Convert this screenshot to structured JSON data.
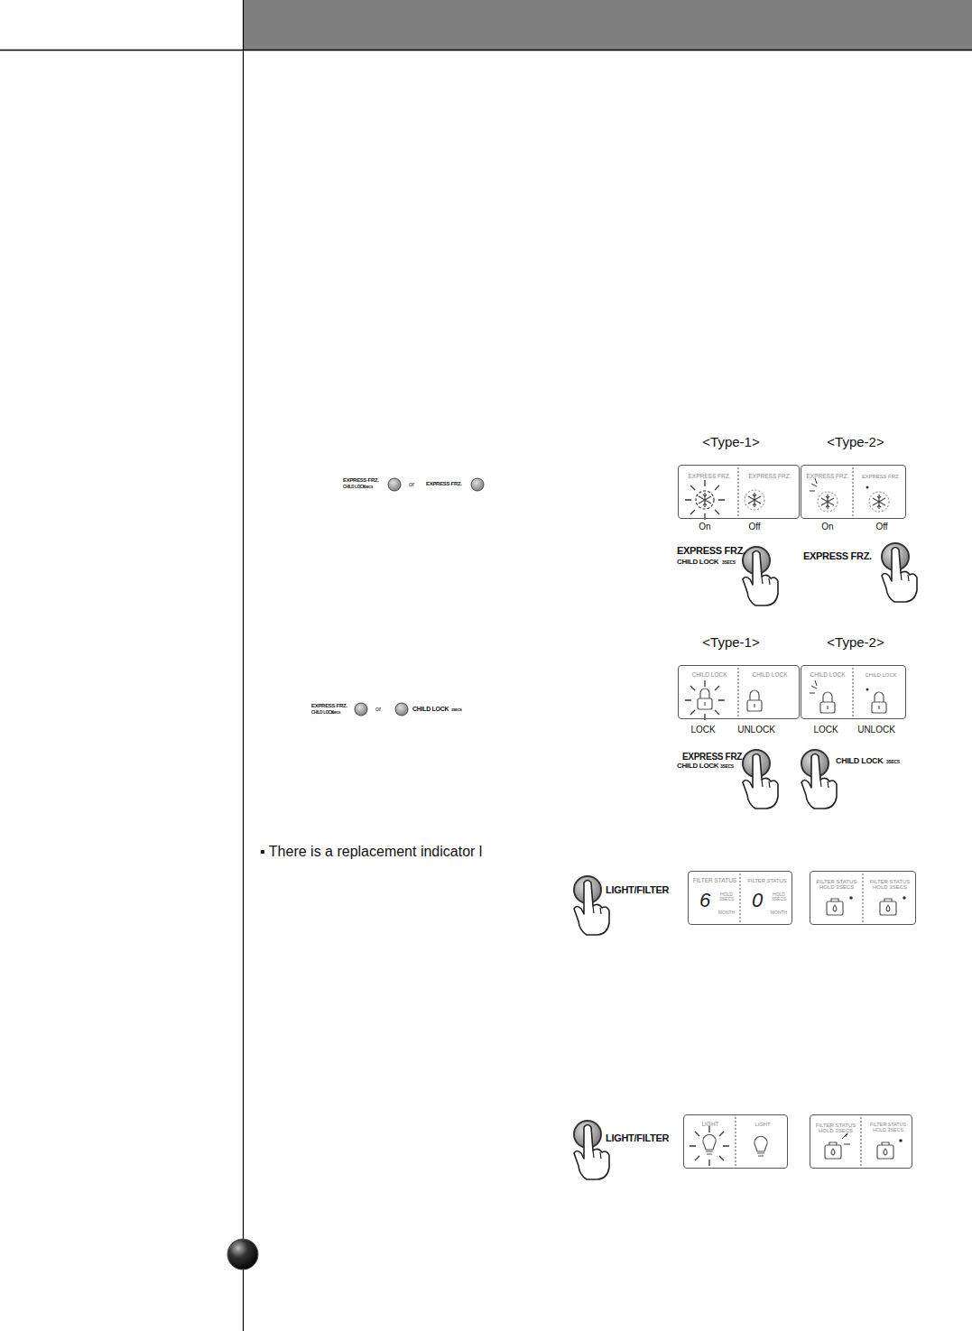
{
  "diagram": {
    "nodes": [
      {
        "text": [
          "EXPRESS FRZ.",
          "EXPRESS FRZ."
        ]
      },
      {
        "text": [
          "EXPRESS FRZ.",
          "EXPRESS FRZ."
        ]
      },
      {
        "text": [
          "CHILD LOCK",
          "CHILD LOCK"
        ]
      },
      {
        "text": [
          "CHILD LOCK",
          "CHILD LOCK"
        ]
      },
      {
        "text": [
          "FILTER STATUS",
          "6",
          "HOLD 3SECS",
          "MONTH",
          "FILTER STATUS",
          "0",
          "HOLD 3SECS",
          "MONTH"
        ]
      },
      {
        "text": [
          "FILTER STATUS HOLD 3SECS",
          "FILTER STATUS HOLD 3SECS"
        ]
      },
      {
        "text": [
          "LIGHT",
          "LIGHT"
        ]
      },
      {
        "text": [
          "FILTER STATUS HOLD 3SECS",
          "FILTER STATUS HOLD 3SECS"
        ]
      }
    ],
    "labels": [
      "<Type-1>",
      "<Type-2>",
      "EXPRESS FRZ.",
      "CHILD LOCK",
      "3SECS",
      "or",
      "EXPRESS FRZ.",
      "On",
      "Off",
      "On",
      "Off",
      "EXPRESS FRZ.",
      "CHILD LOCK",
      "3SECS",
      "EXPRESS FRZ.",
      "<Type-1>",
      "<Type-2>",
      "EXPRESS FRZ.",
      "CHILD LOCK",
      "3SECS",
      "or",
      "CHILD LOCK",
      "3SECS",
      "LOCK",
      "UNLOCK",
      "LOCK",
      "UNLOCK",
      "EXPRESS FRZ.",
      "CHILD LOCK",
      "3SECS",
      "CHILD LOCK",
      "3SECS",
      "▪ There is a replacement indicator l",
      "LIGHT/FILTER",
      "LIGHT/FILTER"
    ]
  }
}
